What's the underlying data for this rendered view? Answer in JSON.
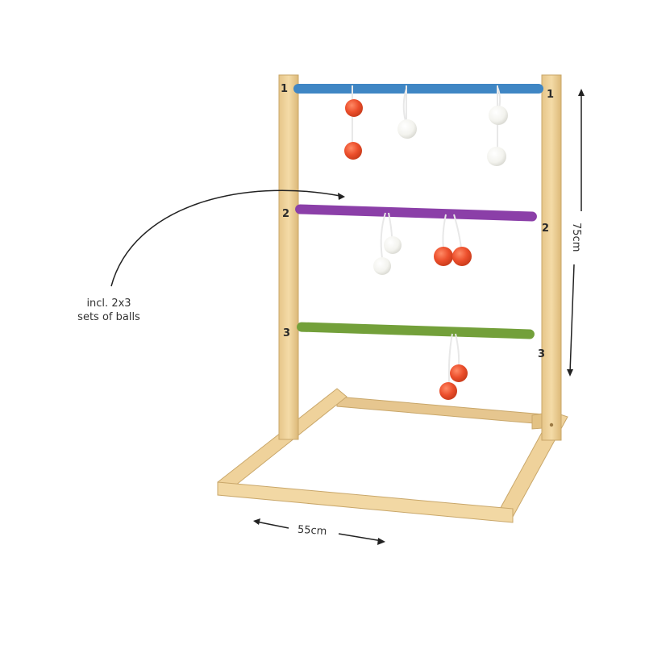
{
  "caption": {
    "line1": "incl. 2x3",
    "line2": "sets of balls"
  },
  "rungs": [
    {
      "number": "1",
      "color": "#3f86c4"
    },
    {
      "number": "2",
      "color": "#8b3fa8"
    },
    {
      "number": "3",
      "color": "#73a03a"
    }
  ],
  "dimensions": {
    "height": "75cm",
    "width": "55cm"
  },
  "colors": {
    "wood": "#efd29b",
    "ball_red": "#ec4f2c",
    "ball_white": "#f6f6f2"
  }
}
